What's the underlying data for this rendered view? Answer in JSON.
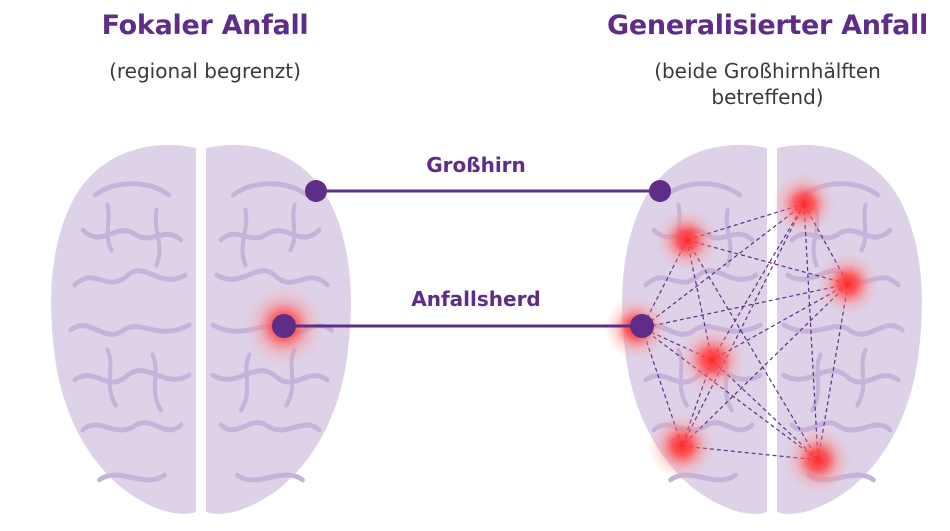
{
  "focal": {
    "title": "Fokaler Anfall",
    "subtitle": "(regional begrenzt)"
  },
  "generalized": {
    "title": "Generalisierter Anfall",
    "subtitle_line1": "(beide Großhirnhälften",
    "subtitle_line2": "betreffend)"
  },
  "callouts": {
    "cerebrum": "Großhirn",
    "focus": "Anfallsherd"
  },
  "colors": {
    "brain_fill": "#ddd2e8",
    "brain_fold": "#c6b3d9",
    "accent": "#5e2d87",
    "seizure_glow": "#ff3b3b"
  }
}
